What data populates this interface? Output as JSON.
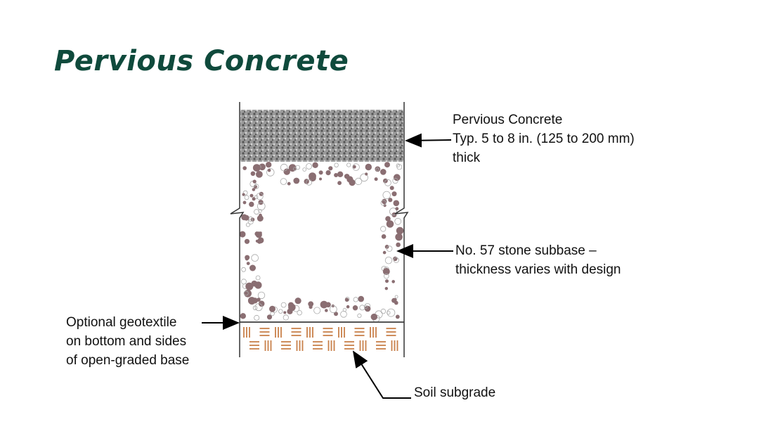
{
  "title": "Pervious Concrete",
  "labels": {
    "concrete": [
      "Pervious Concrete",
      "Typ. 5 to 8 in. (125 to 200 mm)",
      "thick"
    ],
    "stone": [
      "No. 57 stone subbase –",
      "thickness varies with design"
    ],
    "geotextile": [
      "Optional geotextile",
      "on bottom and sides",
      "of open-graded base"
    ],
    "soil": [
      "Soil subgrade"
    ]
  },
  "colors": {
    "title": "#0f4a3c",
    "stone": "#8a6e72",
    "soil": "#c8804a",
    "concrete": "#8a8a8a"
  }
}
